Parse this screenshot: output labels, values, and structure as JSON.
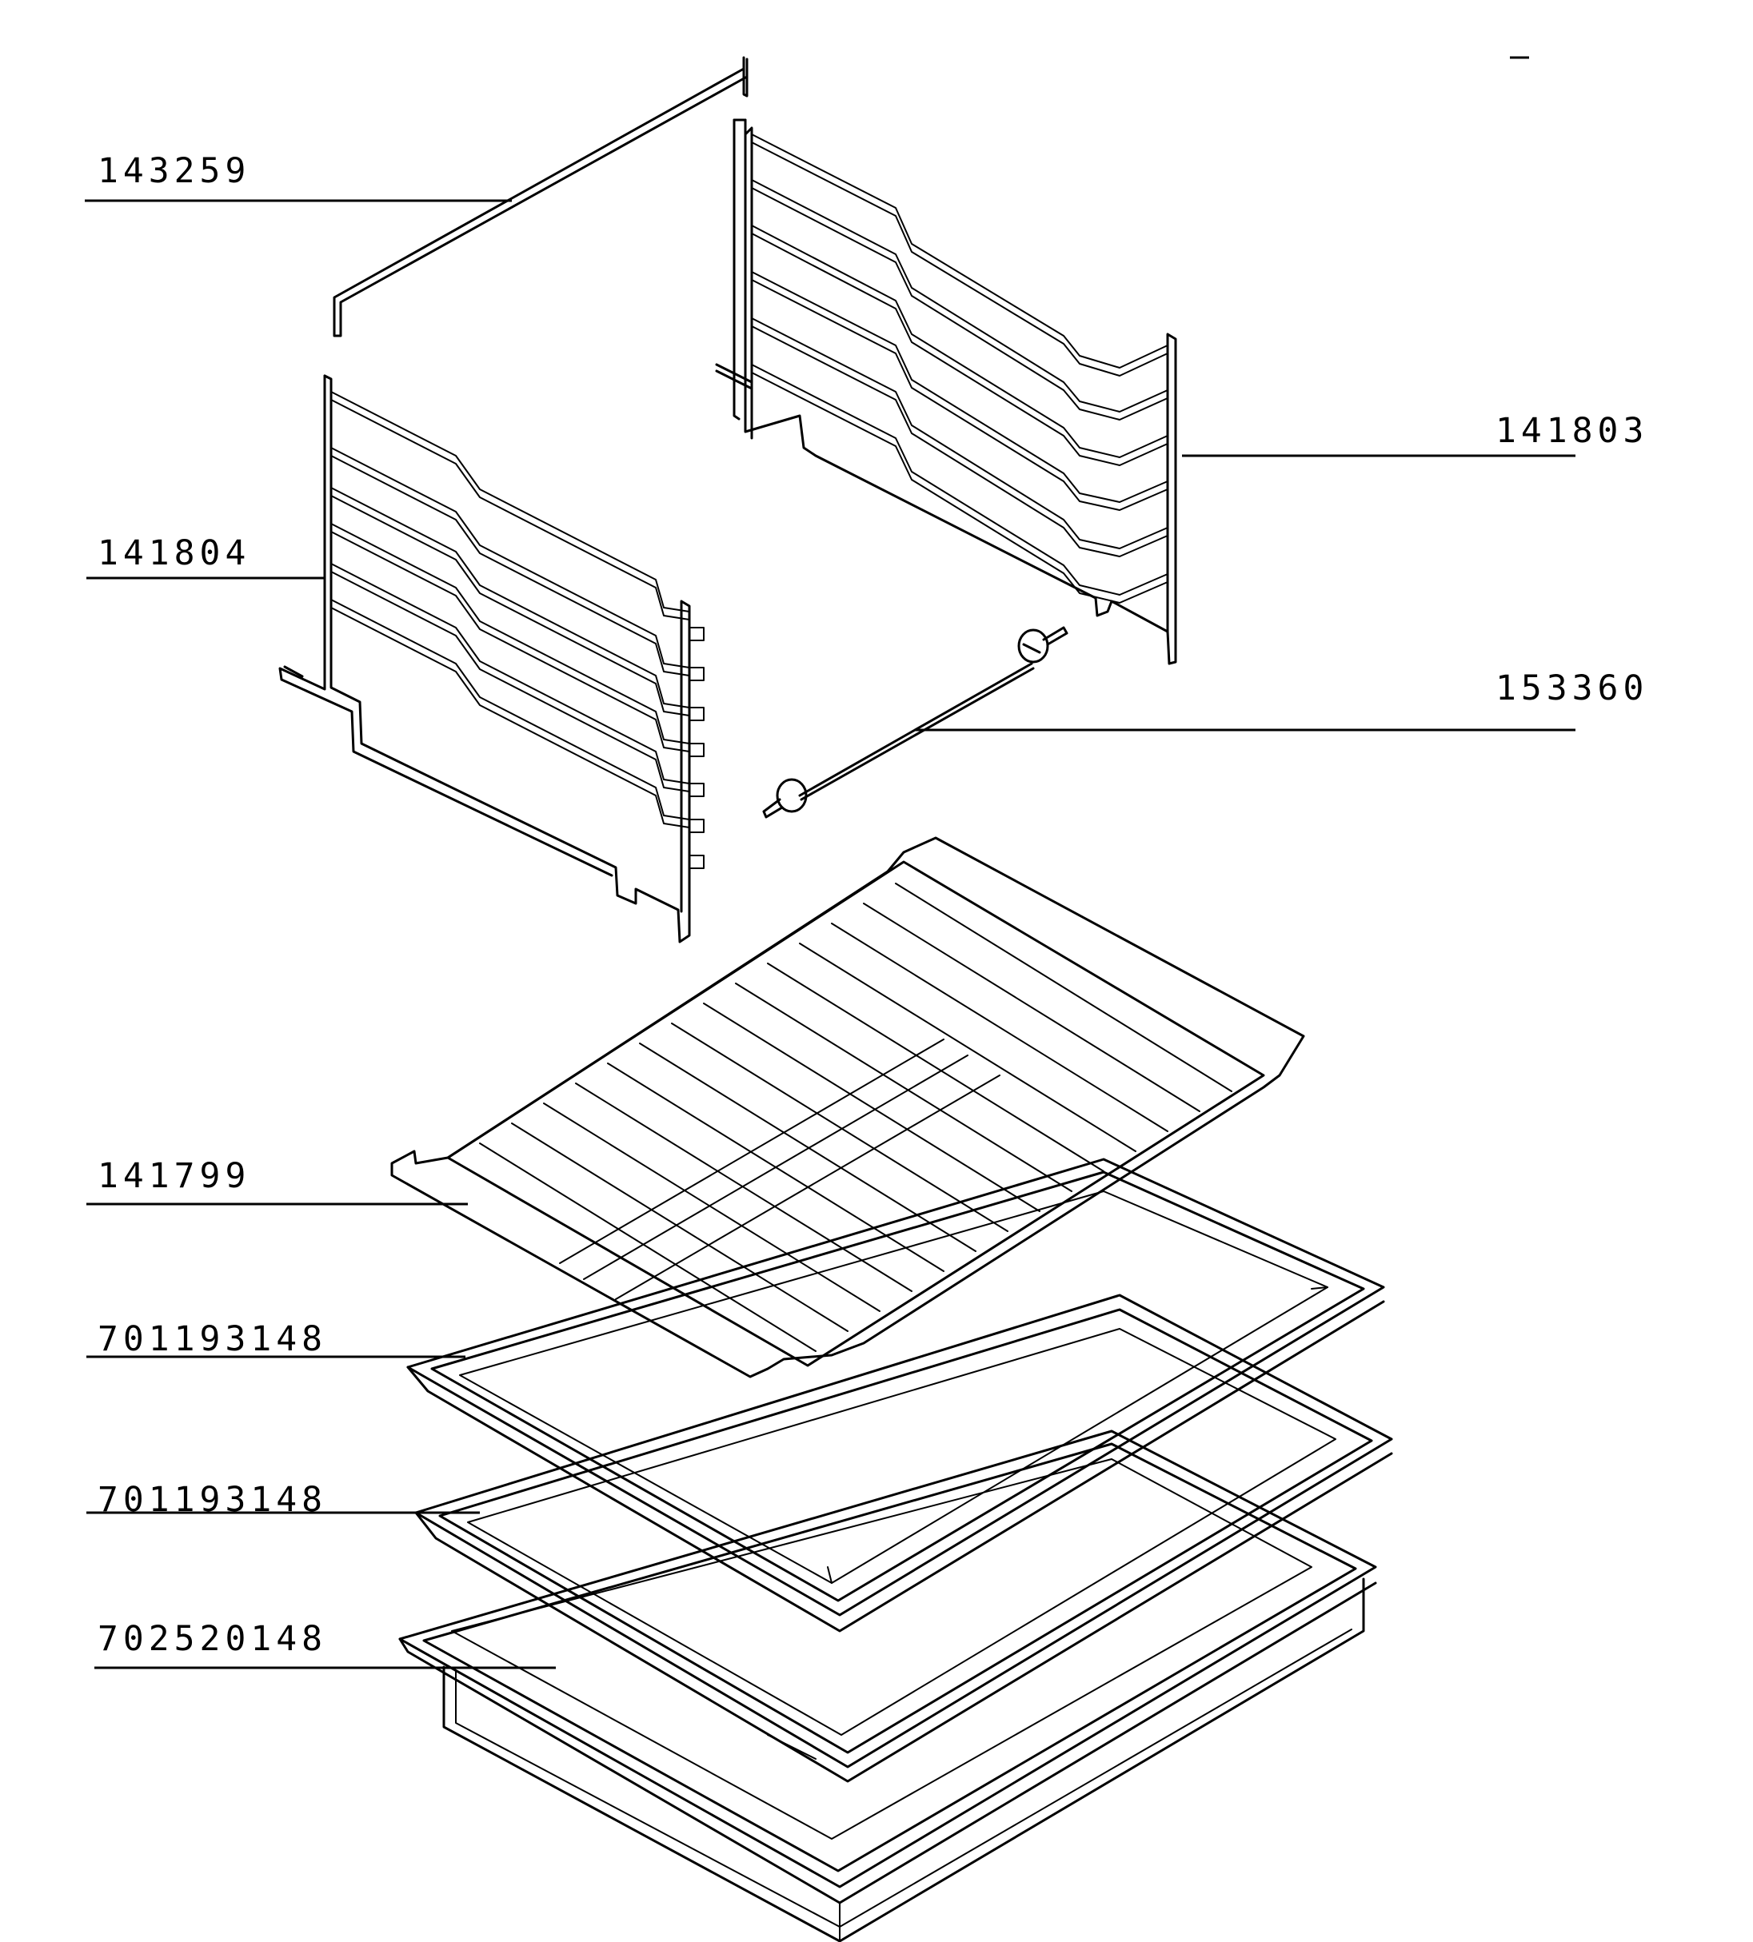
{
  "labels": [
    {
      "id": "side-rail-top",
      "text": "143259"
    },
    {
      "id": "right-side-rack",
      "text": "141803"
    },
    {
      "id": "left-side-rack",
      "text": "141804"
    },
    {
      "id": "rod-assembly",
      "text": "153360"
    },
    {
      "id": "wire-shelf",
      "text": "141799"
    },
    {
      "id": "baking-tray-1",
      "text": "701193148"
    },
    {
      "id": "baking-tray-2",
      "text": "701193148"
    },
    {
      "id": "deep-pan",
      "text": "702520148"
    }
  ]
}
